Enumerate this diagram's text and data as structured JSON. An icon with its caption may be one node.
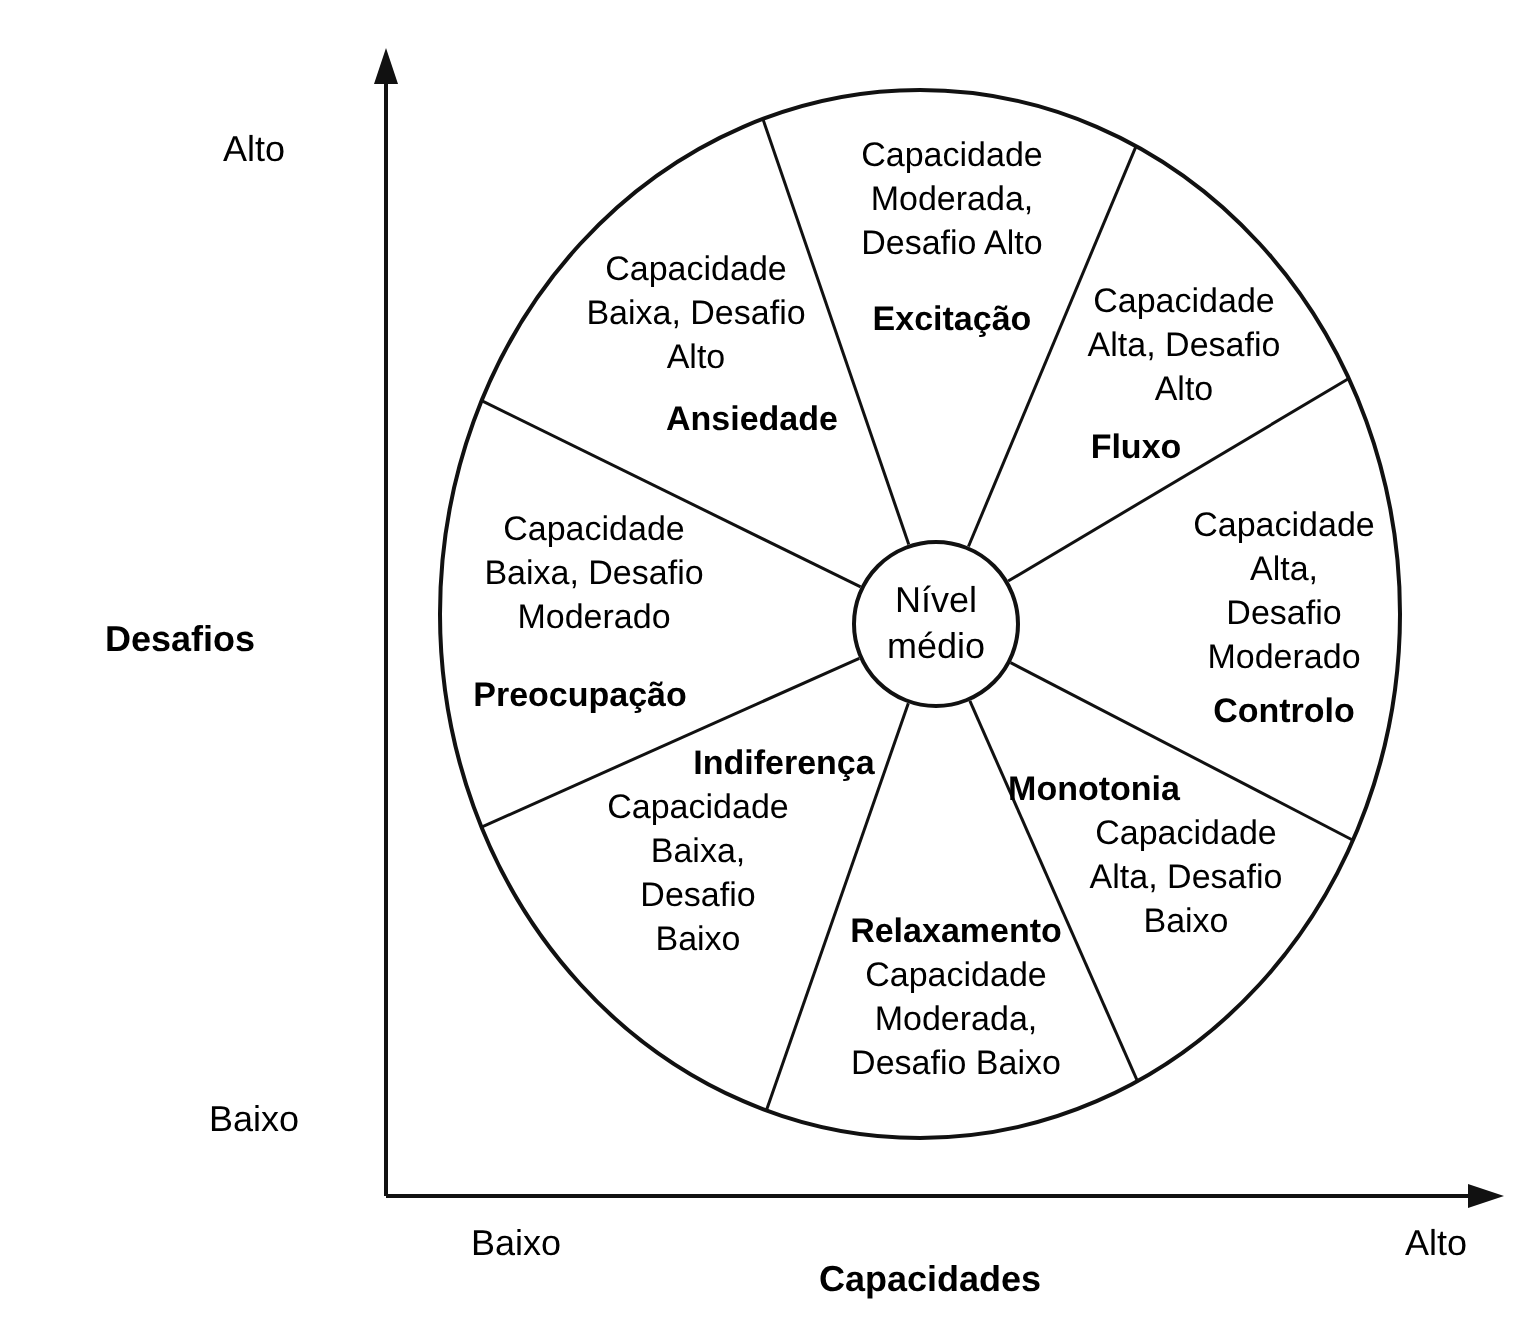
{
  "diagram": {
    "nodes": [
      {
        "text": [
          "Capacidade Moderada, Desafio Alto",
          "Excitação"
        ]
      },
      {
        "text": [
          "Capacidade Baixa, Desafio Alto",
          "Ansiedade"
        ]
      },
      {
        "text": [
          "Capacidade Alta, Desafio Alto",
          "Fluxo"
        ]
      },
      {
        "text": [
          "Capacidade Alta, Desafio Moderado",
          "Controlo"
        ]
      },
      {
        "text": [
          "Capacidade Baixa, Desafio Moderado",
          "Preocupação"
        ]
      },
      {
        "text": [
          "Nível médio"
        ]
      },
      {
        "text": [
          "Indiferença",
          "Capacidade Baixa, Desafio Baixo"
        ]
      },
      {
        "text": [
          "Monotonia",
          "Capacidade Alta, Desafio Baixo"
        ]
      },
      {
        "text": [
          "Relaxamento",
          "Capacidade Moderada, Desafio Baixo"
        ]
      }
    ],
    "labels": [
      "Alto",
      "Desafios",
      "Baixo",
      "Baixo",
      "Capacidades",
      "Alto"
    ]
  }
}
